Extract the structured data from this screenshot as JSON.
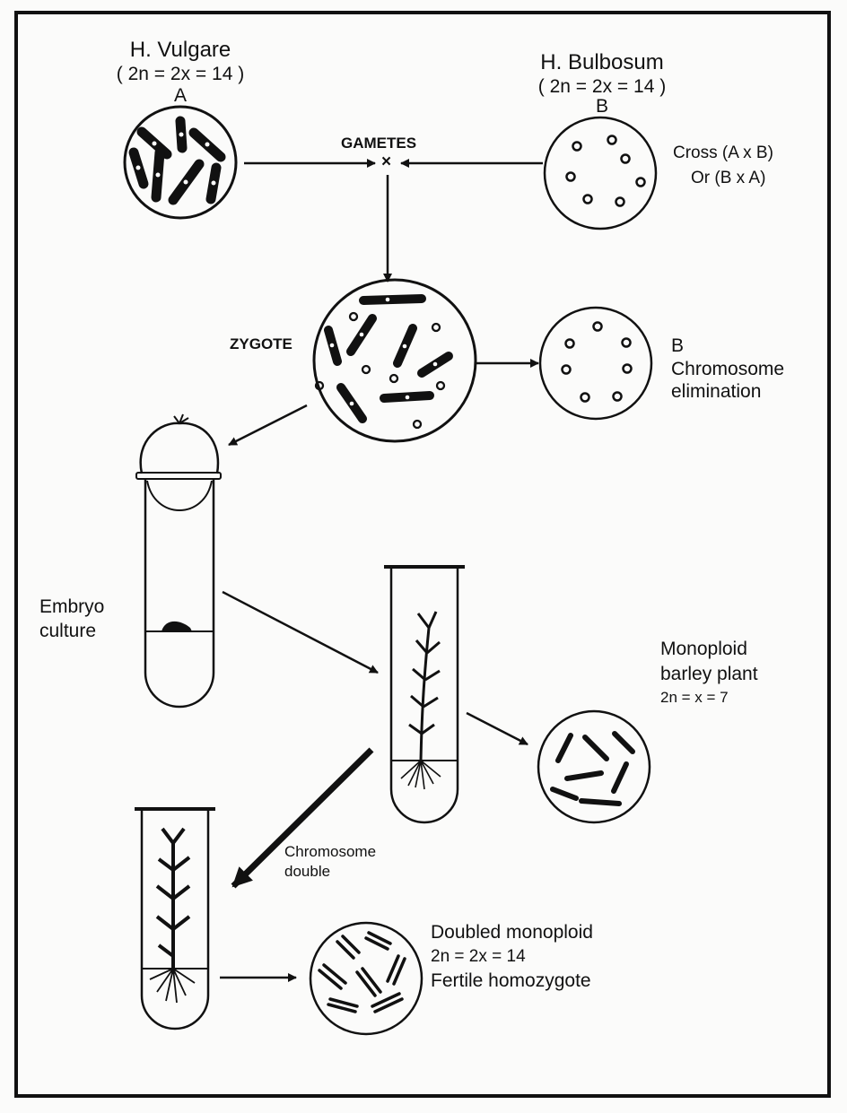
{
  "parent_a": {
    "name": "H. Vulgare",
    "ploidy": "( 2n = 2x = 14 )",
    "letter": "A"
  },
  "parent_b": {
    "name": "H. Bulbosum",
    "ploidy": "( 2n = 2x = 14 )",
    "letter": "B"
  },
  "gametes_label": "GAMETES",
  "cross_symbol": "×",
  "cross_line1": "Cross (A x B)",
  "cross_line2": "Or (B x A)",
  "zygote_label": "ZYGOTE",
  "elimination": {
    "letter": "B",
    "line1": "Chromosome",
    "line2": "elimination"
  },
  "embryo": {
    "line1": "Embryo",
    "line2": "culture"
  },
  "monoploid": {
    "line1": "Monoploid",
    "line2": "barley plant",
    "line3": "2n = x = 7"
  },
  "chromosome_double": {
    "line1": "Chromosome",
    "line2": "double"
  },
  "doubled": {
    "line1": "Doubled monoploid",
    "line2": "2n = 2x = 14",
    "line3": "Fertile homozygote"
  },
  "colors": {
    "ink": "#111111",
    "paper": "#fbfbfa"
  }
}
